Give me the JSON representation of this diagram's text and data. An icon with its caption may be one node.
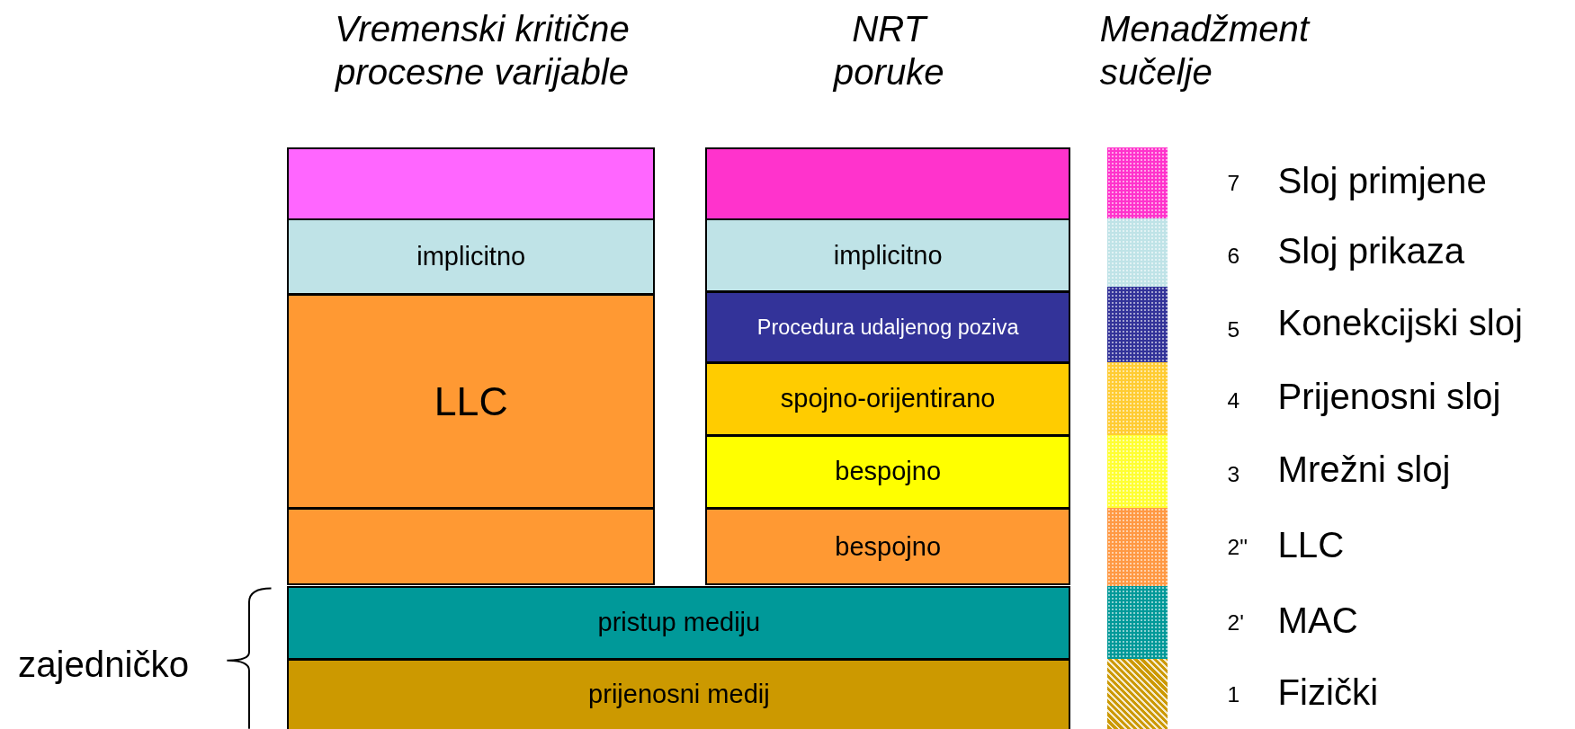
{
  "diagram": {
    "nodes": [
      {
        "text": [],
        "shape": "box"
      },
      {
        "text": [],
        "shape": "box"
      },
      {
        "text": [
          "implicitno"
        ]
      },
      {
        "text": [
          "implicitno"
        ]
      },
      {
        "text": [
          "Procedura udaljenog poziva"
        ]
      },
      {
        "text": [
          "LLC"
        ]
      },
      {
        "text": [
          "spojno-orijentirano"
        ]
      },
      {
        "text": [
          "bespojno"
        ]
      },
      {
        "text": [],
        "shape": "box"
      },
      {
        "text": [
          "bespojno"
        ]
      },
      {
        "text": [
          "pristup mediju"
        ]
      },
      {
        "text": [
          "prijenosni medij"
        ]
      }
    ],
    "labels": [
      "Vremenski kritične procesne varijable",
      "NRT poruke",
      "Menadžment sučelje",
      "7",
      "6",
      "5",
      "4",
      "3",
      "2\"",
      "2'",
      "zajedničko",
      "1"
    ],
    "legend": [
      {
        "text": "Sloj primjene",
        "color": "#ff33cc"
      },
      {
        "text": "Sloj prikaza",
        "color": "#bfe3e7"
      },
      {
        "text": "Konekcijski sloj",
        "color": "#333399"
      },
      {
        "text": "Prijenosni sloj",
        "color": "#ffcc33"
      },
      {
        "text": "Mrežni sloj",
        "color": "#ffff33"
      },
      {
        "text": "LLC",
        "color": "#ff9944"
      },
      {
        "text": "MAC",
        "color": "#009999"
      },
      {
        "text": "Fizički",
        "color": "#cc9900"
      }
    ]
  }
}
